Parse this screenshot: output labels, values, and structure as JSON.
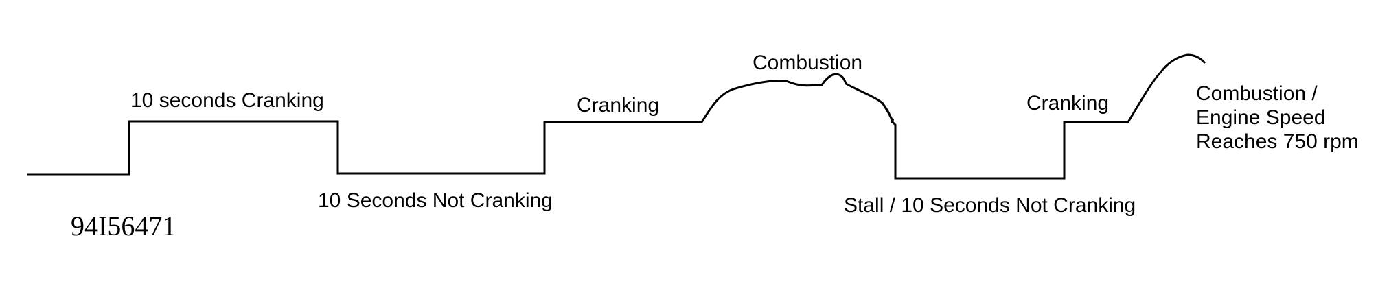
{
  "labels": {
    "cranking_10s": "10 seconds Cranking",
    "not_cranking_10s": "10 Seconds Not Cranking",
    "cranking_1": "Cranking",
    "combustion": "Combustion",
    "stall_not_cranking": "Stall / 10 Seconds Not Cranking",
    "cranking_2": "Cranking",
    "combustion_final_line1": "Combustion /",
    "combustion_final_line2": "Engine Speed",
    "combustion_final_line3": "Reaches 750 rpm"
  },
  "figure_ref": "94I56471"
}
